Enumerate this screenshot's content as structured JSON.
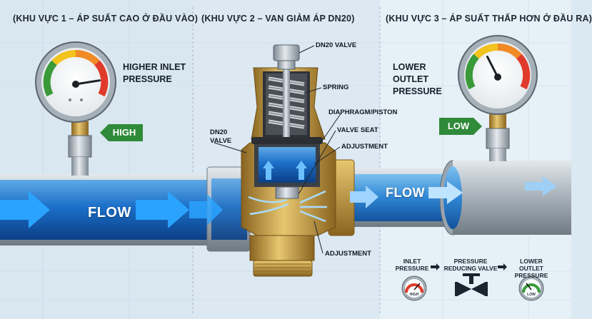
{
  "zones": [
    {
      "title": "(KHU VỰC 1 – ÁP SUẤT CAO Ở ĐẦU VÀO)"
    },
    {
      "title": "(KHU VỰC 2 – VAN GIẢM ÁP DN20)"
    },
    {
      "title": "(KHU VỰC 3 – ÁP SUẤT THẤP HƠN Ở ĐẦU RA)"
    }
  ],
  "inlet": {
    "label": "HIGHER INLET PRESSURE",
    "tag": "HIGH",
    "gauge_level": 0.8
  },
  "outlet": {
    "label": "LOWER OUTLET PRESSURE",
    "tag": "LOW",
    "gauge_level": 0.4
  },
  "flow_label": "FLOW",
  "callouts": {
    "dn20_valve_top": "DN20 VALVE",
    "spring": "SPRING",
    "diaphragm": "DIAPHRAGM/PISTON",
    "valve_seat": "VALVE SEAT",
    "adjustment_top": "ADJUSTMENT",
    "dn20_valve_left": "DN20 VALVE",
    "adjustment_bottom": "ADJUSTMENT"
  },
  "legend": {
    "inlet": "INLET PRESSURE",
    "valve": "PRESSURE REDUCING VALVE",
    "outlet": "LOWER OUTLET PRESSURE",
    "high": "HIGH",
    "low": "LOW"
  },
  "colors": {
    "water": "#1565c0",
    "brass": "#c9a246",
    "steel": "#a9b3bb",
    "tag_green": "#2f8a39",
    "background": "#dbe9f3"
  }
}
